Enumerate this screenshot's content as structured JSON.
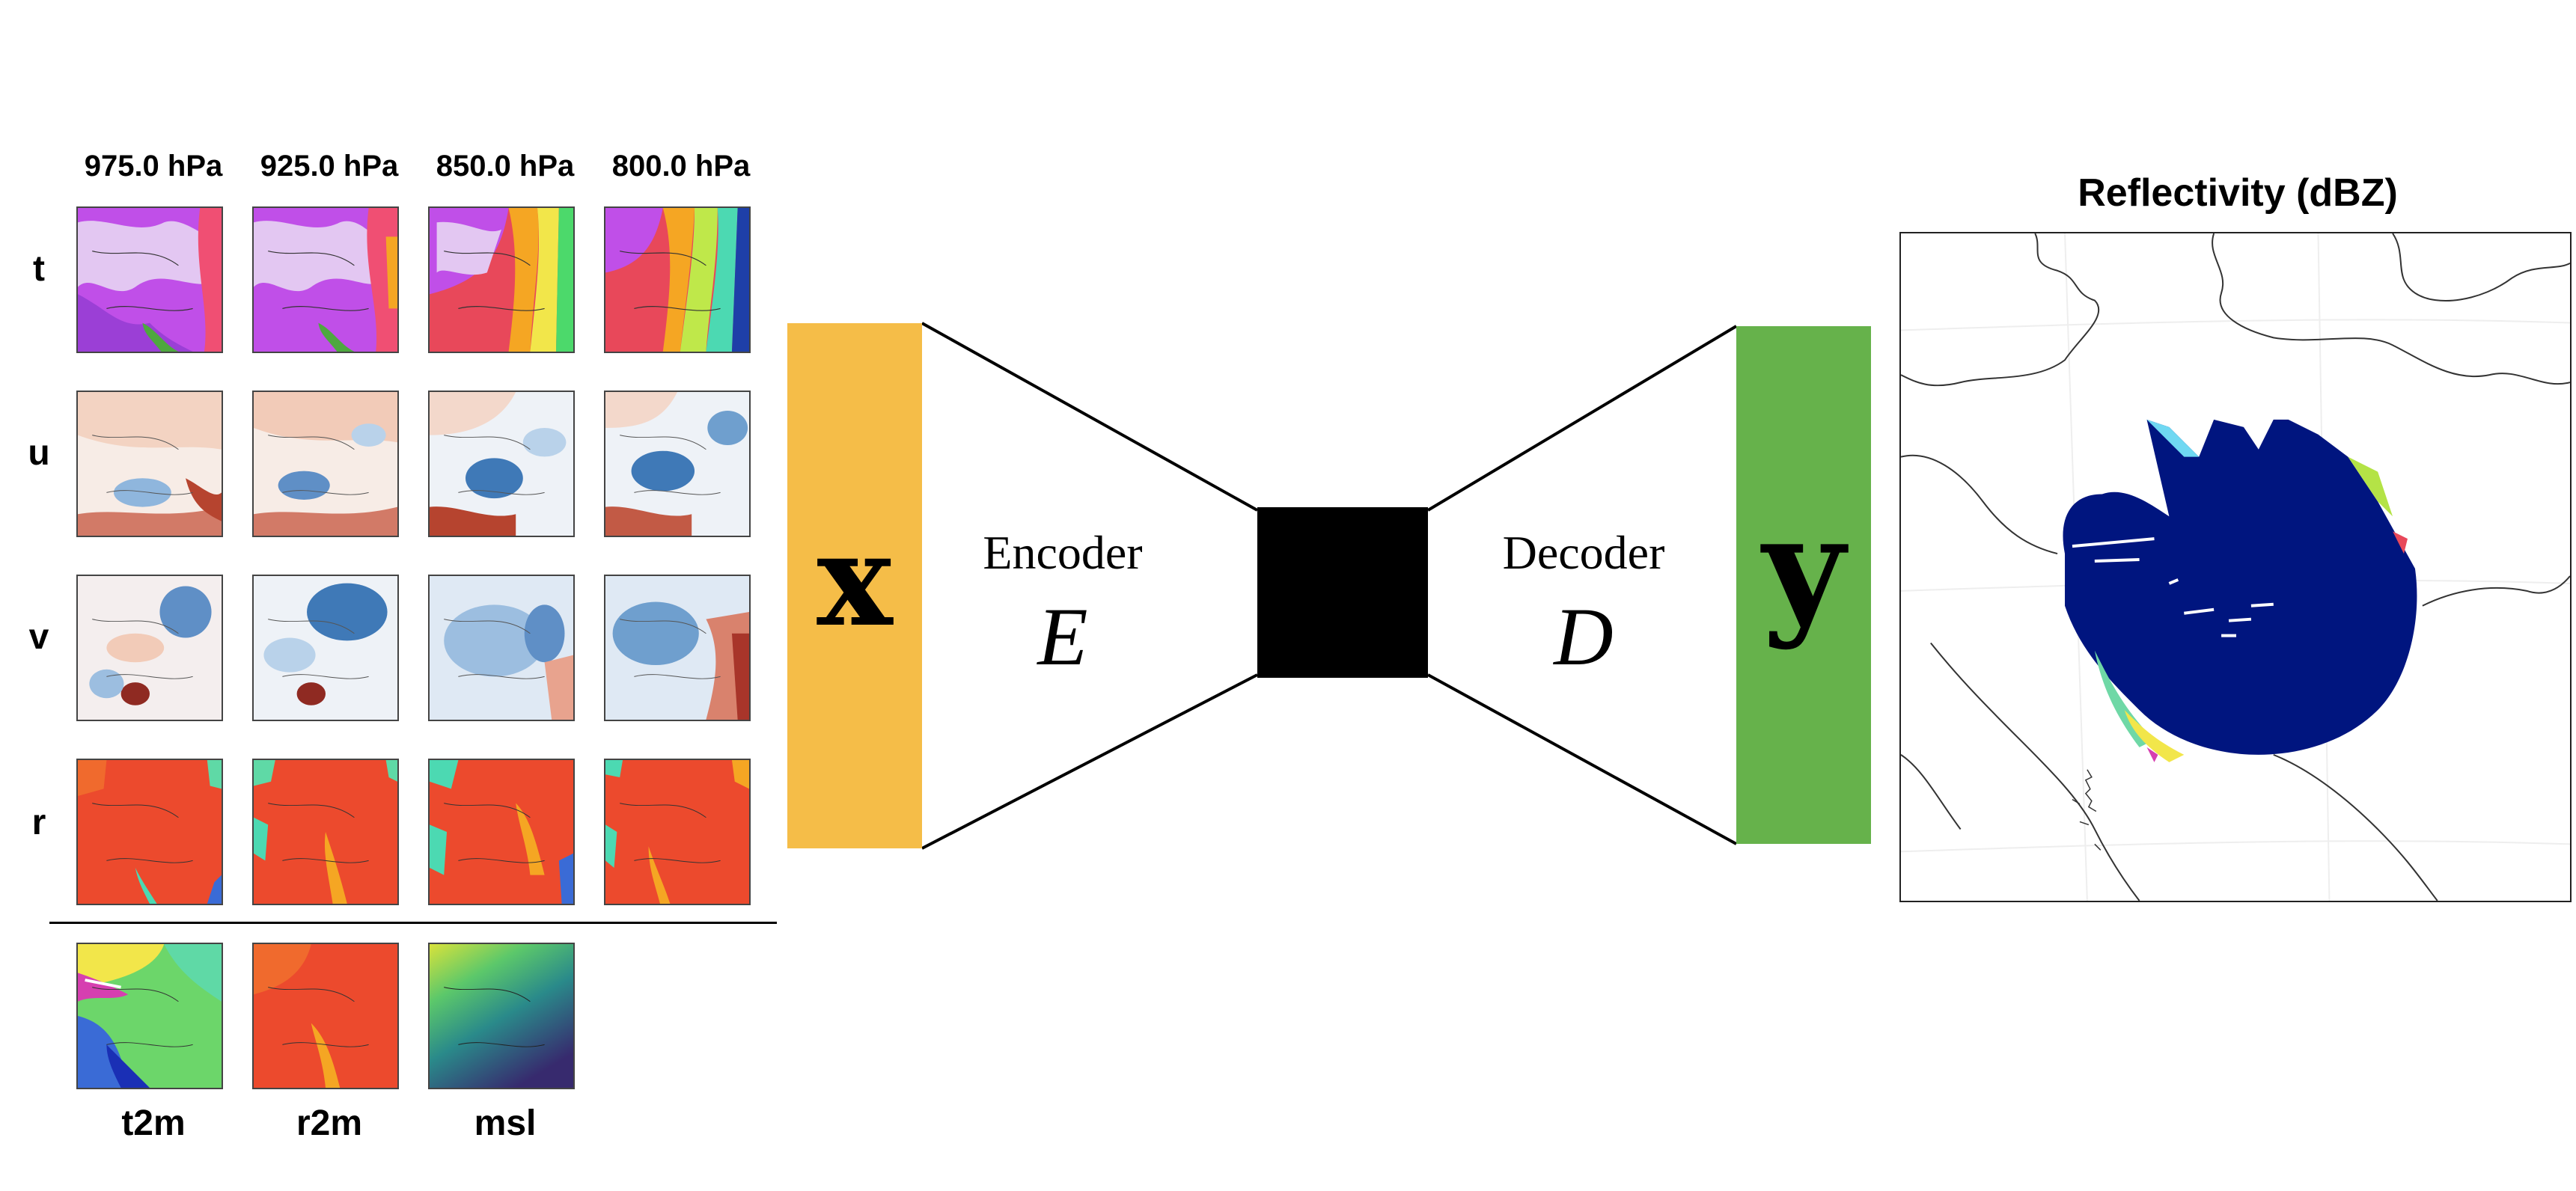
{
  "pressure_levels": [
    "975.0 hPa",
    "925.0 hPa",
    "850.0 hPa",
    "800.0 hPa"
  ],
  "variables": [
    "t",
    "u",
    "v",
    "r"
  ],
  "surface_variables": [
    "t2m",
    "r2m",
    "msl"
  ],
  "input_symbol": "x",
  "output_symbol": "y",
  "encoder": {
    "label": "Encoder",
    "symbol": "E"
  },
  "decoder": {
    "label": "Decoder",
    "symbol": "D"
  },
  "output_map": {
    "title": "Reflectivity (dBZ)"
  },
  "colors": {
    "input_block": "#f5bd48",
    "output_block": "#66b24b",
    "latent": "#000000",
    "radar_fill": "#00157f"
  }
}
